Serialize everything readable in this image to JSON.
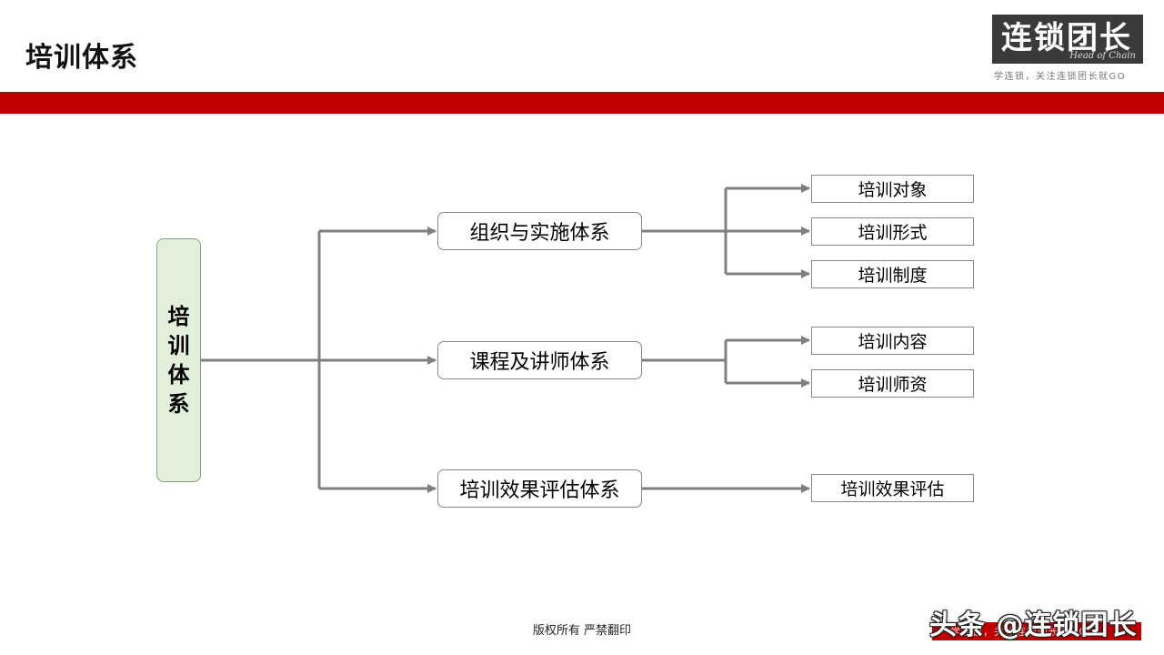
{
  "header": {
    "title": "培训体系"
  },
  "logo": {
    "main_text": "连锁团长",
    "sub_text": "Head of Chain",
    "tagline": "学连锁，关注连锁团长就GO"
  },
  "diagram": {
    "root": "培训体系",
    "branches": [
      {
        "label": "组织与实施体系",
        "children": [
          "培训对象",
          "培训形式",
          "培训制度"
        ]
      },
      {
        "label": "课程及讲师体系",
        "children": [
          "培训内容",
          "培训师资"
        ]
      },
      {
        "label": "培训效果评估体系",
        "children": [
          "培训效果评估"
        ]
      }
    ]
  },
  "footer": {
    "copyright": "版权所有  严禁翻印",
    "red_strip_text": "学连锁，关注连锁团长就GO",
    "watermark": "头条 @连锁团长"
  },
  "colors": {
    "accent_red": "#c00000",
    "root_fill": "#e2efd9",
    "connector": "#7f7f7f",
    "logo_bg": "#3a3a3a"
  }
}
